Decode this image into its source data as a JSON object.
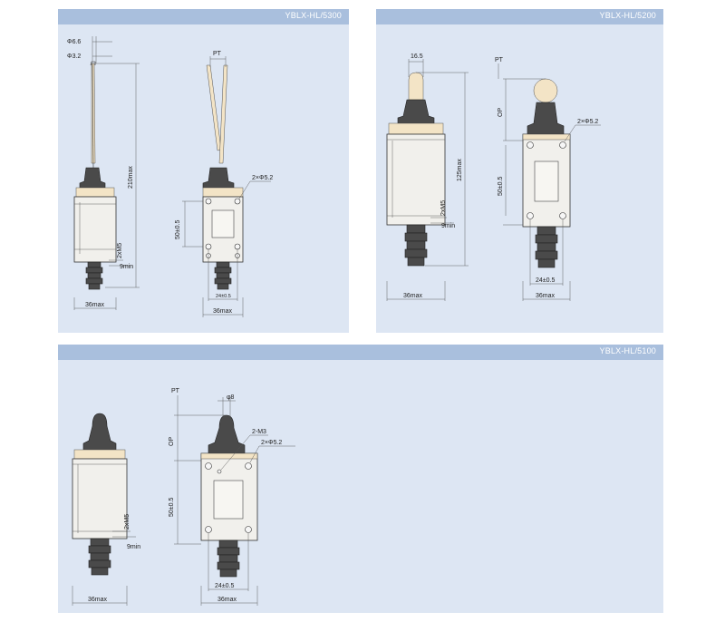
{
  "panels": {
    "p5300": {
      "title": "YBLX-HL/5300",
      "dims": {
        "phi66": "Φ6.6",
        "phi32": "Φ3.2",
        "pt": "PT",
        "h210": "210max",
        "holes": "2×Φ5.2",
        "h50": "50±0.5",
        "m5": "2xM5",
        "min9": "9min",
        "w36a": "36max",
        "w24": "24±0.5",
        "w36b": "36max"
      }
    },
    "p5200": {
      "title": "YBLX-HL/5200",
      "dims": {
        "w165": "16.5",
        "h125": "125max",
        "m5": "2xM5",
        "min9": "9min",
        "w36a": "36max",
        "pt": "PT",
        "op": "OP",
        "holes": "2×Φ5.2",
        "h50": "50±0.5",
        "w24": "24±0.5",
        "w36b": "36max"
      }
    },
    "p5100": {
      "title": "YBLX-HL/5100",
      "dims": {
        "m5": "2xM5",
        "min9": "9min",
        "w36a": "36max",
        "pt": "PT",
        "phi8": "φ8",
        "op": "OP",
        "m3": "2-M3",
        "holes": "2×Φ5.2",
        "h50": "50±0.5",
        "w24": "24±0.5",
        "w36b": "36max"
      }
    }
  },
  "colors": {
    "panel_bg": "#dde6f3",
    "header_bg": "#a9bfdd",
    "header_text": "#ffffff",
    "actuator": "#4a4a4a",
    "insulator": "#f3e4c6"
  }
}
